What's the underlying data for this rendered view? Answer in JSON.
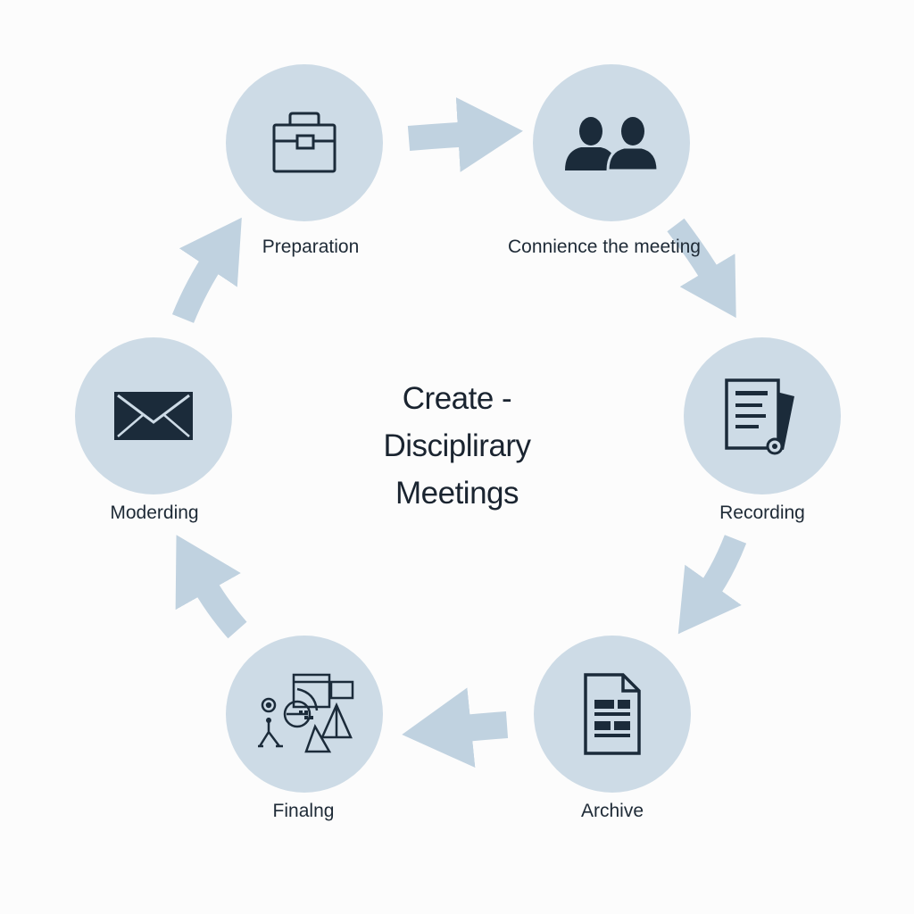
{
  "title": {
    "line1": "Create -",
    "line2": "Disciplirary",
    "line3": "Meetings"
  },
  "steps": [
    {
      "label": "Preparation",
      "icon": "briefcase-icon"
    },
    {
      "label": "Connience the meeting",
      "icon": "people-icon"
    },
    {
      "label": "Recording",
      "icon": "document-icon"
    },
    {
      "label": "Archive",
      "icon": "file-icon"
    },
    {
      "label": "Finalng",
      "icon": "tools-icon"
    },
    {
      "label": "Moderding",
      "icon": "envelope-icon"
    }
  ],
  "colors": {
    "node_fill": "#cddbe6",
    "arrow_fill": "#c0d2e0",
    "icon_color": "#1b2b3a"
  }
}
